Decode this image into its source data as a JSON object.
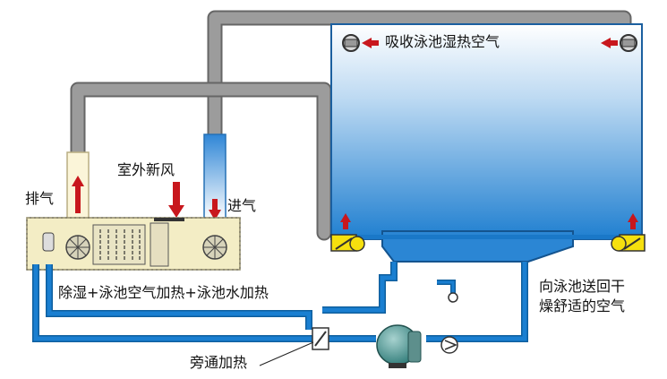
{
  "labels": {
    "pool_intake": "吸收泳池湿热空气",
    "fresh_air": "室外新风",
    "exhaust": "排气",
    "supply_in": "进气",
    "unit_function": "除湿+泳池空气加热+泳池水加热",
    "return_line1": "向泳池送回干",
    "return_line2": "燥舒适的空气",
    "bypass": "旁通加热"
  },
  "colors": {
    "water_top": "#ffffff",
    "water_bottom": "#1f7fd0",
    "pipe_blue": "#1a7fd1",
    "duct_gray": "#8e8e8e",
    "unit_body": "#f3edc5",
    "arrow_red": "#c8171d",
    "valve_yellow": "#f6e00e"
  },
  "icons": [
    "fan-icon",
    "valve-icon",
    "pump-icon",
    "filter-tank-icon",
    "red-arrow-icon"
  ]
}
